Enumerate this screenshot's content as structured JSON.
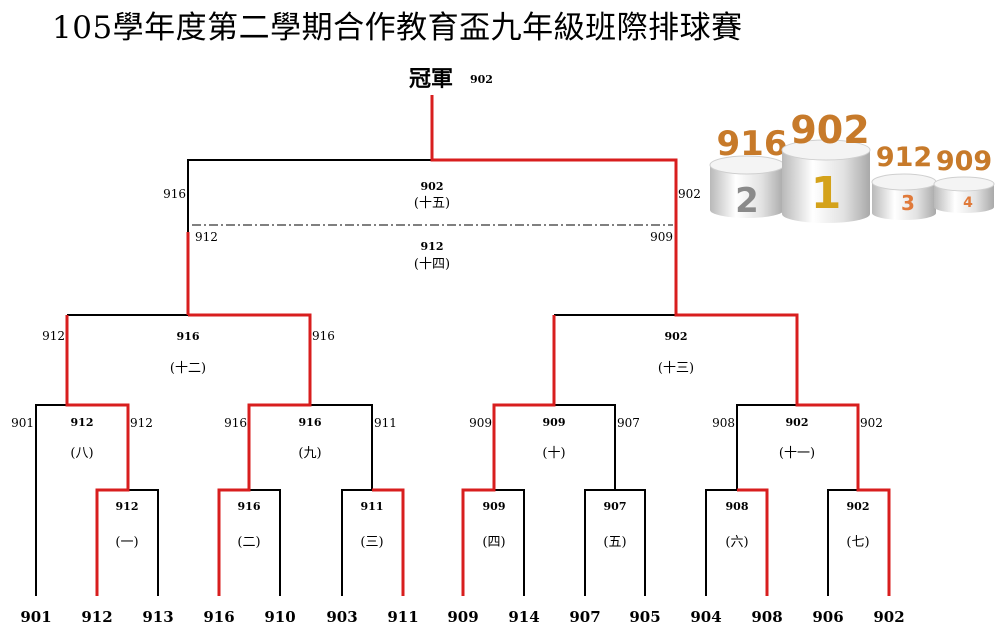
{
  "title": "105學年度第二學期合作教育盃九年級班際排球賽",
  "champion": {
    "label": "冠軍",
    "team": "902"
  },
  "colors": {
    "winner_path": "#d81e1e",
    "line": "#000000",
    "podium_gold": "#c77a2a"
  },
  "teams": [
    "901",
    "912",
    "913",
    "916",
    "910",
    "903",
    "911",
    "909",
    "914",
    "907",
    "905",
    "904",
    "908",
    "906",
    "902"
  ],
  "first_round": [
    {
      "id": "m1",
      "round": "(一)",
      "winner": "912"
    },
    {
      "id": "m2",
      "round": "(二)",
      "winner": "916"
    },
    {
      "id": "m3",
      "round": "(三)",
      "winner": "911"
    },
    {
      "id": "m4",
      "round": "(四)",
      "winner": "909"
    },
    {
      "id": "m5",
      "round": "(五)",
      "winner": "907"
    },
    {
      "id": "m6",
      "round": "(六)",
      "winner": "908"
    },
    {
      "id": "m7",
      "round": "(七)",
      "winner": "902"
    }
  ],
  "second_round": [
    {
      "id": "m8",
      "round": "(八)",
      "winner": "912",
      "left": "901",
      "right": "912"
    },
    {
      "id": "m9",
      "round": "(九)",
      "winner": "916",
      "left": "916",
      "right": "911"
    },
    {
      "id": "m10",
      "round": "(十)",
      "winner": "909",
      "left": "909",
      "right": "907"
    },
    {
      "id": "m11",
      "round": "(十一)",
      "winner": "902",
      "left": "908",
      "right": "902"
    }
  ],
  "semifinals": [
    {
      "id": "m12",
      "round": "(十二)",
      "winner": "916",
      "left": "912",
      "right": "916"
    },
    {
      "id": "m13",
      "round": "(十三)",
      "winner": "902",
      "left": "909",
      "right": "902"
    }
  ],
  "final": {
    "round": "(十五)",
    "winner": "902",
    "left": "916",
    "right": "902"
  },
  "third_place": {
    "round": "(十四)",
    "winner": "912",
    "left": "912",
    "right": "909"
  },
  "podium": {
    "first": {
      "team": "902",
      "place": "1"
    },
    "second": {
      "team": "916",
      "place": "2"
    },
    "third": {
      "team": "912",
      "place": "3"
    },
    "fourth": {
      "team": "909",
      "place": "4"
    }
  }
}
